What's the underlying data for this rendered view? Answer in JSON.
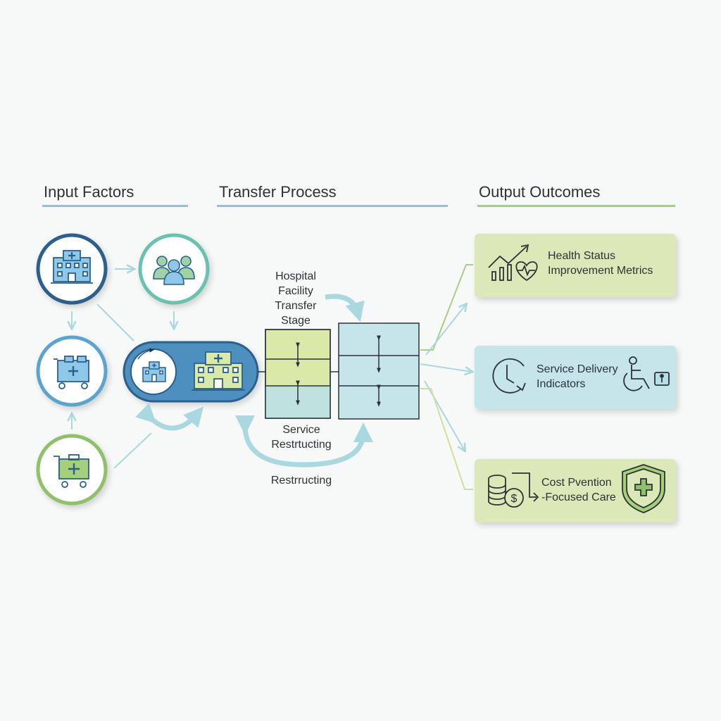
{
  "sections": {
    "input": "Input Factors",
    "process": "Transfer Process",
    "output": "Output Outcomes"
  },
  "process": {
    "stage_label": [
      "Hospital",
      "Facility",
      "Transfer",
      "Stage"
    ],
    "service_label": [
      "Service",
      "Restrtucting"
    ],
    "restructuring_label": "Restrructing"
  },
  "outputs": {
    "health": [
      "Health Status",
      "Improvement Metrics"
    ],
    "service": [
      "Service Delivery",
      "Indicators"
    ],
    "cost": [
      "Cost Pvention",
      "-Focused Care"
    ]
  },
  "colors": {
    "navy": "#2b5f8e",
    "blue": "#5ba4cf",
    "teal": "#69c1b0",
    "green": "#8fc06a",
    "light_green": "#dbe9b8",
    "light_blue": "#c5e5ea",
    "arrow": "#a9d8e0"
  },
  "icons": {
    "input_1": "hospital-icon",
    "input_2": "staff-group-icon",
    "input_3": "medical-cart-icon",
    "input_4": "medical-kit-cart-icon",
    "hub": "hospital-transfer-icon",
    "health": "chart-heart-icon",
    "service": "clock-wheelchair-icon",
    "cost": "coins-shield-icon"
  }
}
